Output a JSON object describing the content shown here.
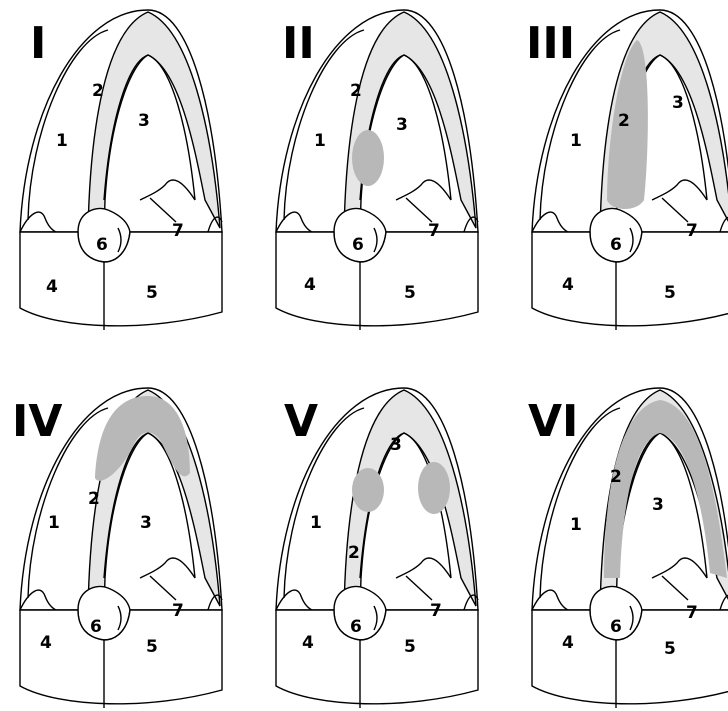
{
  "panels": [
    {
      "label": "I",
      "pattern": "none",
      "numbers": {
        "n1": "1",
        "n2": "2",
        "n3": "3",
        "n4": "4",
        "n5": "5",
        "n6": "6",
        "n7": "7"
      }
    },
    {
      "label": "II",
      "pattern": "spot",
      "numbers": {
        "n1": "1",
        "n2": "2",
        "n3": "3",
        "n4": "4",
        "n5": "5",
        "n6": "6",
        "n7": "7"
      }
    },
    {
      "label": "III",
      "pattern": "strip",
      "numbers": {
        "n1": "1",
        "n2": "2",
        "n3": "3",
        "n4": "4",
        "n5": "5",
        "n6": "6",
        "n7": "7"
      }
    },
    {
      "label": "IV",
      "pattern": "cap",
      "numbers": {
        "n1": "1",
        "n2": "2",
        "n3": "3",
        "n4": "4",
        "n5": "5",
        "n6": "6",
        "n7": "7"
      }
    },
    {
      "label": "V",
      "pattern": "two-spots",
      "numbers": {
        "n1": "1",
        "n2": "2",
        "n3": "3",
        "n4": "4",
        "n5": "5",
        "n6": "6",
        "n7": "7"
      }
    },
    {
      "label": "VI",
      "pattern": "arch",
      "numbers": {
        "n1": "1",
        "n2": "2",
        "n3": "3",
        "n4": "4",
        "n5": "5",
        "n6": "6",
        "n7": "7"
      }
    }
  ],
  "colors": {
    "band": "#e6e6e6",
    "dark_pattern": "#b8b8b8",
    "outline": "#000000"
  }
}
